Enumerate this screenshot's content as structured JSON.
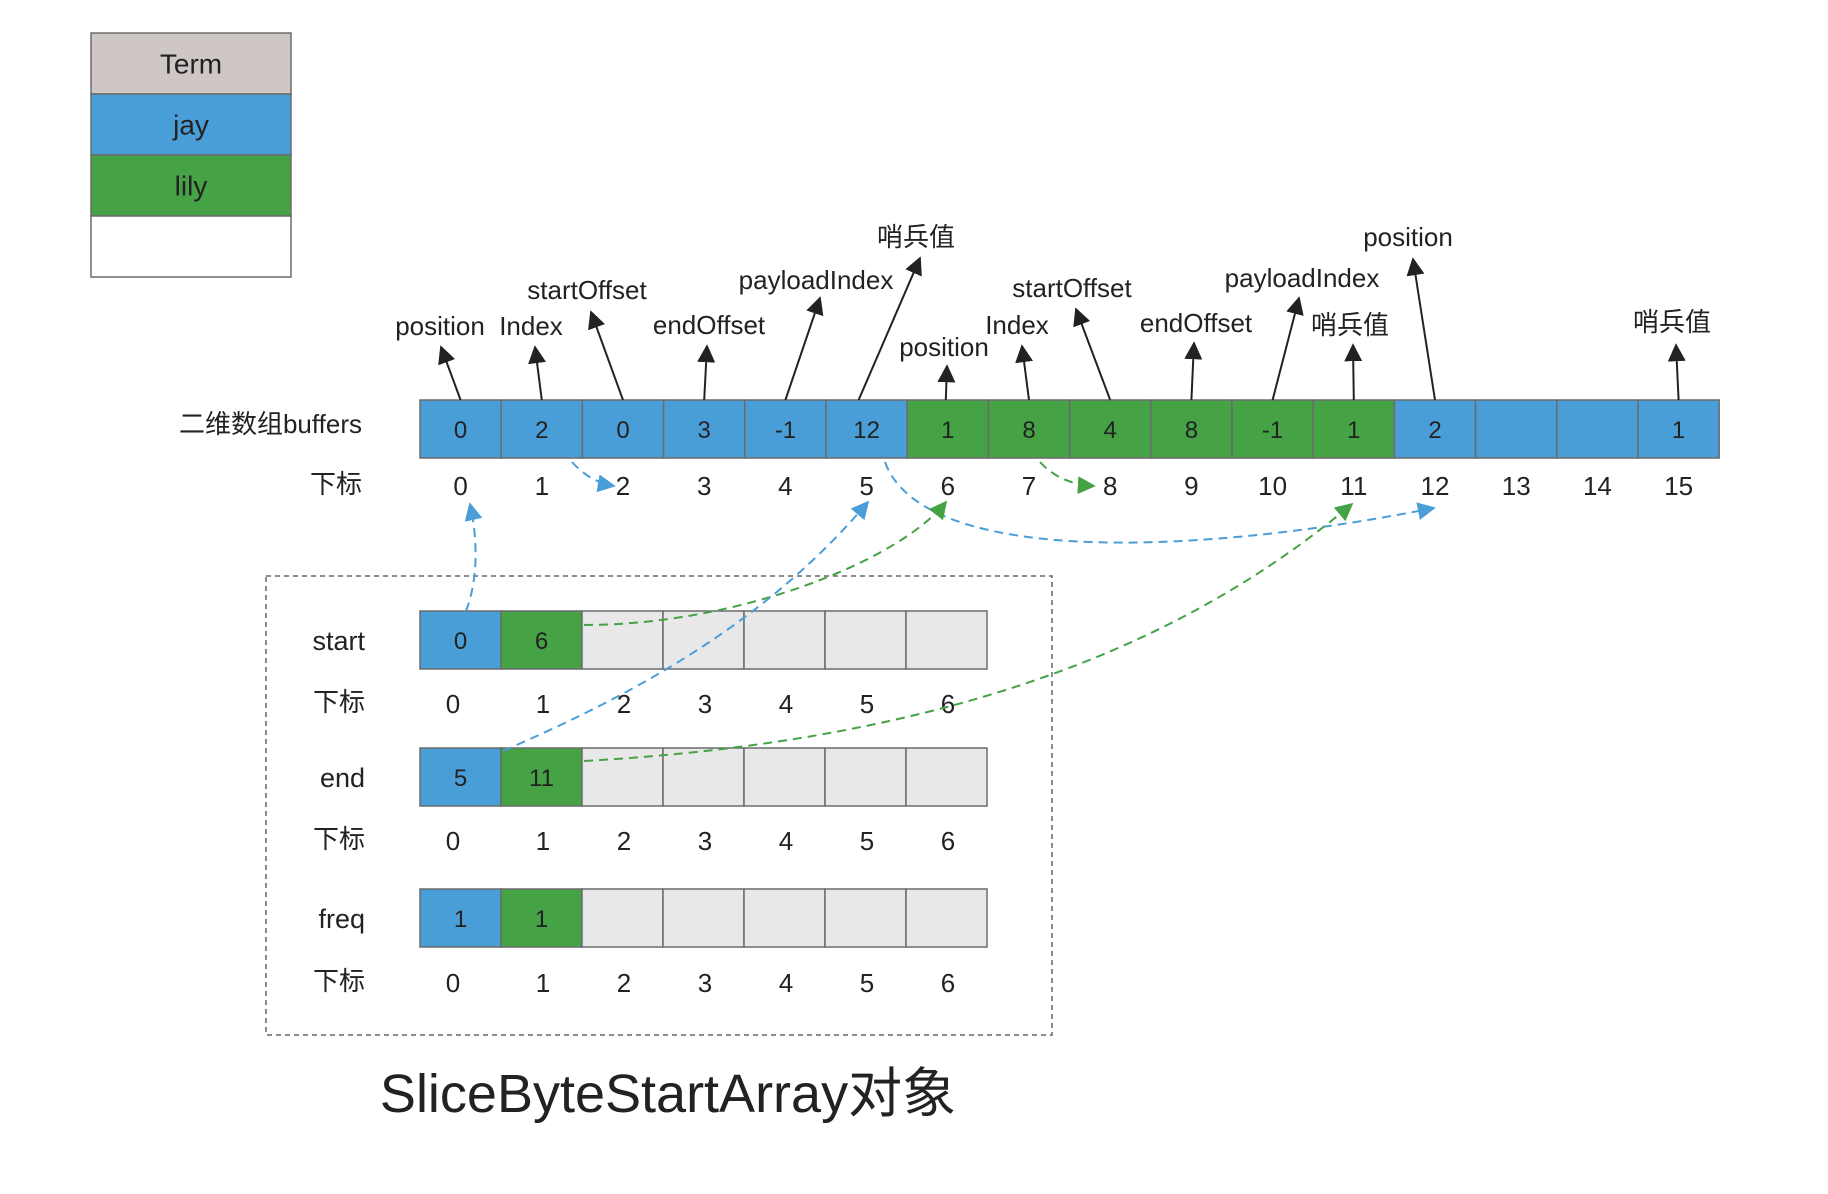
{
  "colors": {
    "blue": "#4A9ED8",
    "green": "#45A245",
    "gray": "#E8E8E8",
    "term_header": "#CFC6C6",
    "empty": "#FFFFFF",
    "border": "#6B6B6B",
    "text": "#222222",
    "arrow": "#222222"
  },
  "legend": {
    "items": [
      {
        "label": "Term",
        "color": "term_header"
      },
      {
        "label": "jay",
        "color": "blue"
      },
      {
        "label": "lily",
        "color": "green"
      },
      {
        "label": "",
        "color": "empty"
      }
    ]
  },
  "buffers": {
    "label": "二维数组buffers",
    "index_label": "下标",
    "cells": [
      {
        "value": "0",
        "color": "blue"
      },
      {
        "value": "2",
        "color": "blue"
      },
      {
        "value": "0",
        "color": "blue"
      },
      {
        "value": "3",
        "color": "blue"
      },
      {
        "value": "-1",
        "color": "blue"
      },
      {
        "value": "12",
        "color": "blue"
      },
      {
        "value": "1",
        "color": "green"
      },
      {
        "value": "8",
        "color": "green"
      },
      {
        "value": "4",
        "color": "green"
      },
      {
        "value": "8",
        "color": "green"
      },
      {
        "value": "-1",
        "color": "green"
      },
      {
        "value": "1",
        "color": "green"
      },
      {
        "value": "2",
        "color": "blue"
      },
      {
        "value": "",
        "color": "blue"
      },
      {
        "value": "",
        "color": "blue"
      },
      {
        "value": "1",
        "color": "blue"
      }
    ],
    "indices": [
      "0",
      "1",
      "2",
      "3",
      "4",
      "5",
      "6",
      "7",
      "8",
      "9",
      "10",
      "11",
      "12",
      "13",
      "14",
      "15"
    ],
    "annotations": [
      {
        "text": "position",
        "cell": 0
      },
      {
        "text": "Index",
        "cell": 1
      },
      {
        "text": "startOffset",
        "cell": 2
      },
      {
        "text": "endOffset",
        "cell": 3
      },
      {
        "text": "payloadIndex",
        "cell": 4
      },
      {
        "text": "哨兵值",
        "cell": 5
      },
      {
        "text": "position",
        "cell": 6
      },
      {
        "text": "Index",
        "cell": 7
      },
      {
        "text": "startOffset",
        "cell": 8
      },
      {
        "text": "endOffset",
        "cell": 9
      },
      {
        "text": "payloadIndex",
        "cell": 10
      },
      {
        "text": "哨兵值",
        "cell": 11
      },
      {
        "text": "position",
        "cell": 12
      },
      {
        "text": "哨兵值",
        "cell": 15
      }
    ]
  },
  "slice_object": {
    "title": "SliceByteStartArray对象",
    "index_label": "下标",
    "arrays": [
      {
        "name": "start",
        "cells": [
          {
            "value": "0",
            "color": "blue"
          },
          {
            "value": "6",
            "color": "green"
          },
          {
            "value": "",
            "color": "gray"
          },
          {
            "value": "",
            "color": "gray"
          },
          {
            "value": "",
            "color": "gray"
          },
          {
            "value": "",
            "color": "gray"
          },
          {
            "value": "",
            "color": "gray"
          }
        ],
        "indices": [
          "0",
          "1",
          "2",
          "3",
          "4",
          "5",
          "6"
        ]
      },
      {
        "name": "end",
        "cells": [
          {
            "value": "5",
            "color": "blue"
          },
          {
            "value": "11",
            "color": "green"
          },
          {
            "value": "",
            "color": "gray"
          },
          {
            "value": "",
            "color": "gray"
          },
          {
            "value": "",
            "color": "gray"
          },
          {
            "value": "",
            "color": "gray"
          },
          {
            "value": "",
            "color": "gray"
          }
        ],
        "indices": [
          "0",
          "1",
          "2",
          "3",
          "4",
          "5",
          "6"
        ]
      },
      {
        "name": "freq",
        "cells": [
          {
            "value": "1",
            "color": "blue"
          },
          {
            "value": "1",
            "color": "green"
          },
          {
            "value": "",
            "color": "gray"
          },
          {
            "value": "",
            "color": "gray"
          },
          {
            "value": "",
            "color": "gray"
          },
          {
            "value": "",
            "color": "gray"
          },
          {
            "value": "",
            "color": "gray"
          }
        ],
        "indices": [
          "0",
          "1",
          "2",
          "3",
          "4",
          "5",
          "6"
        ]
      }
    ]
  },
  "pointers": [
    {
      "from": "buffers.1",
      "to": "buffers.2",
      "color": "blue"
    },
    {
      "from": "buffers.5",
      "to": "buffers.12",
      "color": "blue"
    },
    {
      "from": "buffers.7",
      "to": "buffers.8",
      "color": "green"
    },
    {
      "from": "start.0",
      "to": "buffers.0",
      "color": "blue"
    },
    {
      "from": "start.1",
      "to": "buffers.6",
      "color": "green"
    },
    {
      "from": "end.0",
      "to": "buffers.5",
      "color": "blue"
    },
    {
      "from": "end.1",
      "to": "buffers.11",
      "color": "green"
    }
  ]
}
